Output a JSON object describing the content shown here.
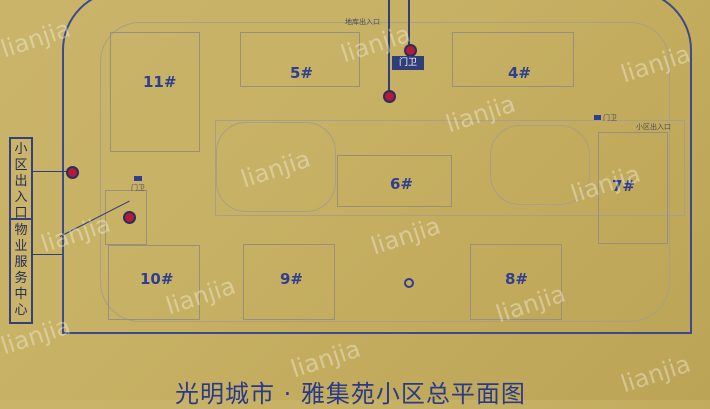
{
  "title": "光明城市 · 雅集苑小区总平面图",
  "labels": {
    "community_entrance_left": "小区出入口",
    "property_service_center": "物业服务中心",
    "gate_guard": "门卫",
    "garage_entrance": "地库出入口",
    "community_entrance_right": "小区出入口",
    "gate_guard_small": "门卫",
    "gate_guard_left": "门卫"
  },
  "buildings": [
    {
      "id": "11",
      "label": "11#"
    },
    {
      "id": "5",
      "label": "5#"
    },
    {
      "id": "4",
      "label": "4#"
    },
    {
      "id": "6",
      "label": "6#"
    },
    {
      "id": "7",
      "label": "7#"
    },
    {
      "id": "10",
      "label": "10#"
    },
    {
      "id": "9",
      "label": "9#"
    },
    {
      "id": "8",
      "label": "8#"
    }
  ],
  "watermark": "lianjia",
  "colors": {
    "background": "#c7b164",
    "accent_blue": "#2e3f8f",
    "marker_red": "#b01c3a"
  }
}
